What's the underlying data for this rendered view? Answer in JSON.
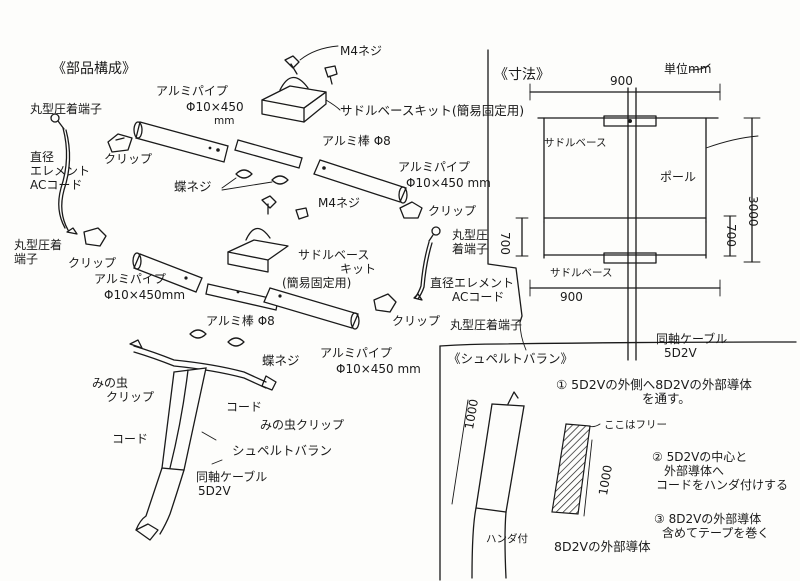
{
  "parts": {
    "title": "《部品構成》",
    "m4_screw_top": "M4ネジ",
    "alu_pipe_1": "アルミパイプ",
    "alu_pipe_1_size": "Φ10×450",
    "alu_pipe_1_unit": "mm",
    "saddle_base_kit_1": "サドルベースキット(簡易固定用)",
    "round_crimp_top": "丸型圧着端子",
    "element_ac_cord_left": [
      "直径",
      "エレメント",
      "ACコード"
    ],
    "clip_left": "クリップ",
    "alu_rod_1": "アルミ棒 Φ8",
    "alu_pipe_2": "アルミパイプ",
    "alu_pipe_2_size": "Φ10×450 mm",
    "wing_nut_1": "蝶ネジ",
    "m4_screw_mid": "M4ネジ",
    "clip_right_top": "クリップ",
    "round_crimp_left_bottom": [
      "丸型圧着",
      "端子"
    ],
    "clip_left_bottom": "クリップ",
    "saddle_base_kit_2": [
      "サドルベース",
      "キット",
      "(簡易固定用)"
    ],
    "round_crimp_right": [
      "丸型圧",
      "着端子"
    ],
    "element_ac_cord_right": [
      "直径エレメント",
      "ACコード"
    ],
    "alu_pipe_3": "アルミパイプ",
    "alu_pipe_3_size": "Φ10×450mm",
    "alu_rod_2": "アルミ棒 Φ8",
    "clip_right_bottom": "クリップ",
    "round_crimp_right_bottom": "丸型圧着端子",
    "alu_pipe_4": "アルミパイプ",
    "alu_pipe_4_size": "Φ10×450 mm",
    "wing_nut_2": "蝶ネジ",
    "mino_clip_left": [
      "みの虫",
      "クリップ"
    ],
    "cord_1": "コード",
    "cord_2": "コード",
    "mino_clip_right": "みの虫クリップ",
    "sleeve_balun": "シュペルトバラン",
    "coax": [
      "同軸ケーブル",
      "5D2V"
    ]
  },
  "dims": {
    "title": "《寸法》",
    "unit": "単位mm",
    "top_width": "900",
    "bottom_width": "900",
    "saddle_top": "サドルベース",
    "saddle_bottom": "サドルベース",
    "pole": "ポール",
    "height_total": "3000",
    "spacing_left": "700",
    "spacing_right": "700",
    "coax": [
      "同軸ケーブル",
      "5D2V"
    ]
  },
  "balun": {
    "title": "《シュペルトバラン》",
    "step1": [
      "① 5D2Vの外側へ8D2Vの外部導体",
      "を通す。"
    ],
    "free_note": "ここはフリー",
    "len_left": "1000",
    "len_right": "1000",
    "solder": "ハンダ付",
    "outer_8d2v": "8D2Vの外部導体",
    "step2": [
      "② 5D2Vの中心と",
      "外部導体へ",
      "コードをハンダ付けする"
    ],
    "step3": [
      "③ 8D2Vの外部導体",
      "含めてテープを巻く"
    ]
  }
}
